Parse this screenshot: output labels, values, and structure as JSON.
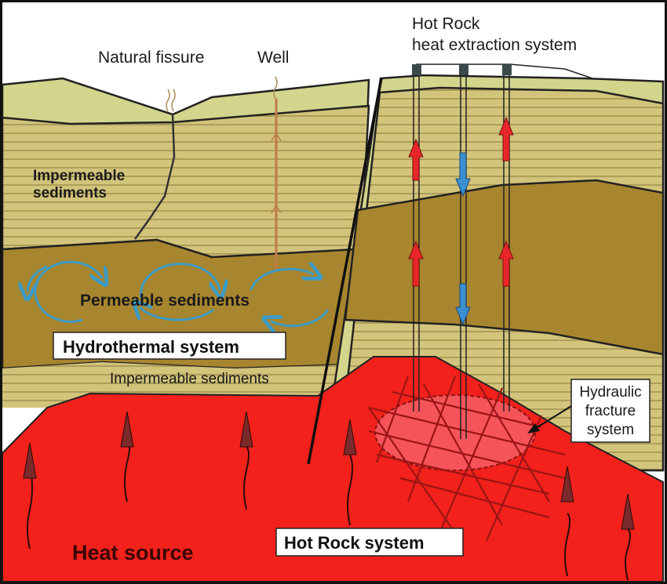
{
  "labels": {
    "natural_fissure": "Natural fissure",
    "well": "Well",
    "hot_rock_title_1": "Hot Rock",
    "hot_rock_title_2": "heat extraction system",
    "impermeable_upper_1": "Impermeable",
    "impermeable_upper_2": "sediments",
    "permeable": "Permeable sediments",
    "hydrothermal_system": "Hydrothermal system",
    "impermeable_lower": "Impermeable sediments",
    "hydraulic_1": "Hydraulic",
    "hydraulic_2": "fracture",
    "hydraulic_3": "system",
    "heat_source": "Heat source",
    "hot_rock_system": "Hot Rock system"
  },
  "colors": {
    "topsoil": "#d3d58c",
    "striped_sediment": "#cfc178",
    "permeable": "#a8862f",
    "heat_source": "#f2211b",
    "hot_arrow": "#e8262a",
    "cold_arrow": "#3a8fd0",
    "convection": "#3d9ac4"
  }
}
